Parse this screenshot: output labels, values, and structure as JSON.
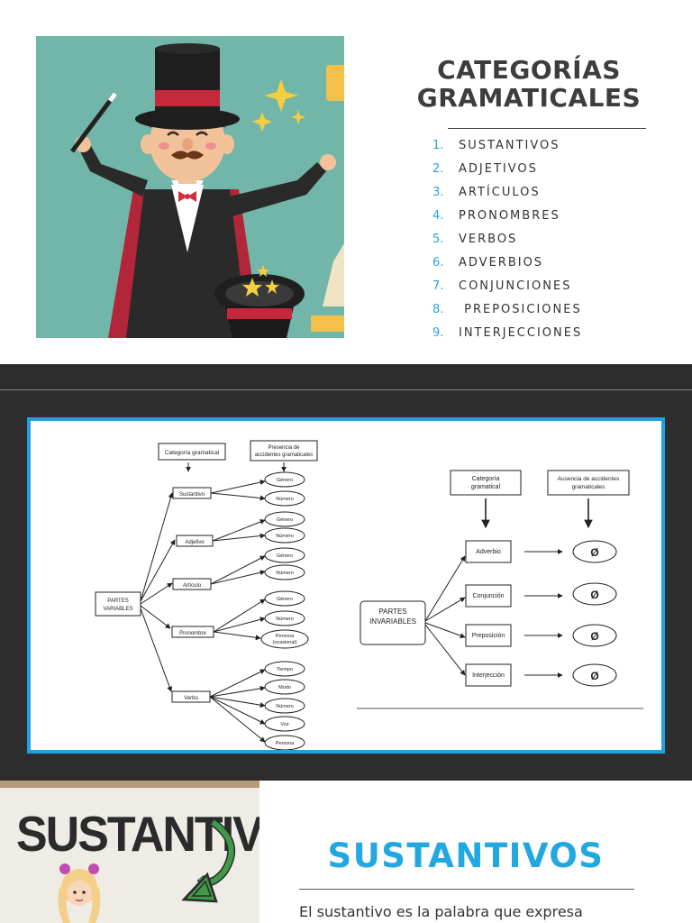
{
  "slide1": {
    "title_line1": "CATEGORÍAS",
    "title_line2": "GRAMATICALES",
    "items": [
      {
        "num": "1.",
        "label": "SUSTANTIVOS"
      },
      {
        "num": "2.",
        "label": "ADJETIVOS"
      },
      {
        "num": "3.",
        "label": "ARTÍCULOS"
      },
      {
        "num": "4.",
        "label": "PRONOMBRES"
      },
      {
        "num": "5.",
        "label": "VERBOS"
      },
      {
        "num": "6.",
        "label": "ADVERBIOS"
      },
      {
        "num": "7.",
        "label": "CONJUNCIONES"
      },
      {
        "num": "8.",
        "label": " PREPOSICIONES"
      },
      {
        "num": "9.",
        "label": "INTERJECCIONES"
      }
    ],
    "accent_color": "#2aa4d8"
  },
  "slide2": {
    "left": {
      "header_category": "Categoría gramatical",
      "header_presence_l1": "Presencia de",
      "header_presence_l2": "accidentes gramaticales",
      "root_l1": "PARTES",
      "root_l2": "VARIABLES",
      "sustantivo": "Sustantivo",
      "adjetivo": "Adjetivo",
      "articulo": "Artículo",
      "pronombre": "Pronombre",
      "verbo": "Verbo",
      "genero": "Género",
      "numero": "Número",
      "persona_l1": "Persona",
      "persona_l2": "(ocasional)",
      "tiempo": "Tiempo",
      "modo": "Modo",
      "voz": "Voz",
      "persona": "Persona"
    },
    "right": {
      "header_category_l1": "Categoría",
      "header_category_l2": "gramatical",
      "header_absence_l1": "Ausencia de accidentes",
      "header_absence_l2": "gramaticales",
      "root_l1": "PARTES",
      "root_l2": "INVARIABLES",
      "adverbio": "Adverbio",
      "conjuncion": "Conjunción",
      "preposicion": "Preposición",
      "interjeccion": "Interjección",
      "empty_symbol": "Ø"
    },
    "frame_color": "#1fa0e0"
  },
  "slide3": {
    "photo_word": "SUSTANTIVOS",
    "title": "SUSTANTIVOS",
    "definition": "El sustantivo es la palabra que expresa",
    "title_color": "#22a8e0"
  }
}
